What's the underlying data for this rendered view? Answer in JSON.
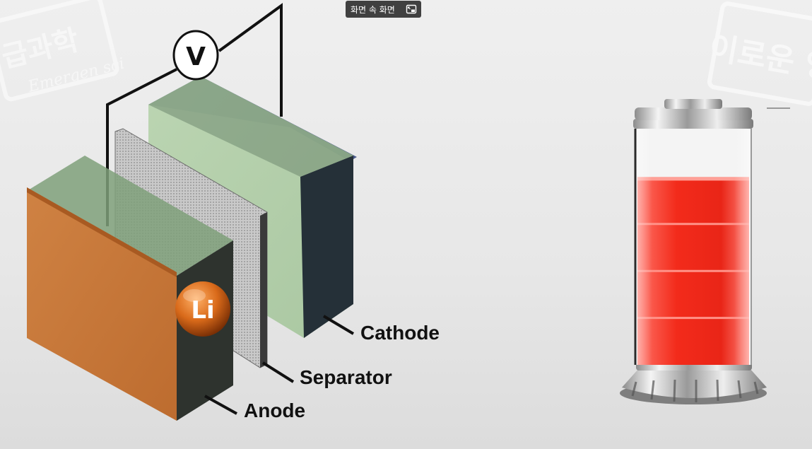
{
  "overlay": {
    "pip_button_label": "화면 속 화면",
    "pip_icon": "picture-in-picture-icon"
  },
  "watermarks": {
    "left_logo_text": "급과학",
    "left_logo_subtext": "Emergen sci",
    "right_logo_text": "이로운 영어"
  },
  "diagram": {
    "ion_label": "Li",
    "labels": {
      "cathode": "Cathode",
      "separator": "Separator",
      "anode": "Anode"
    },
    "voltmeter_symbol": "V"
  },
  "battery": {
    "charge_fraction": 0.8,
    "segments_filled": 4,
    "fill_color": "#f01a0a"
  },
  "colors": {
    "anode_front": "#c97a3d",
    "cathode_glass": "#a8c9a0",
    "cathode_edge": "#4a5a8a",
    "dark_face": "#2a2f2a"
  }
}
